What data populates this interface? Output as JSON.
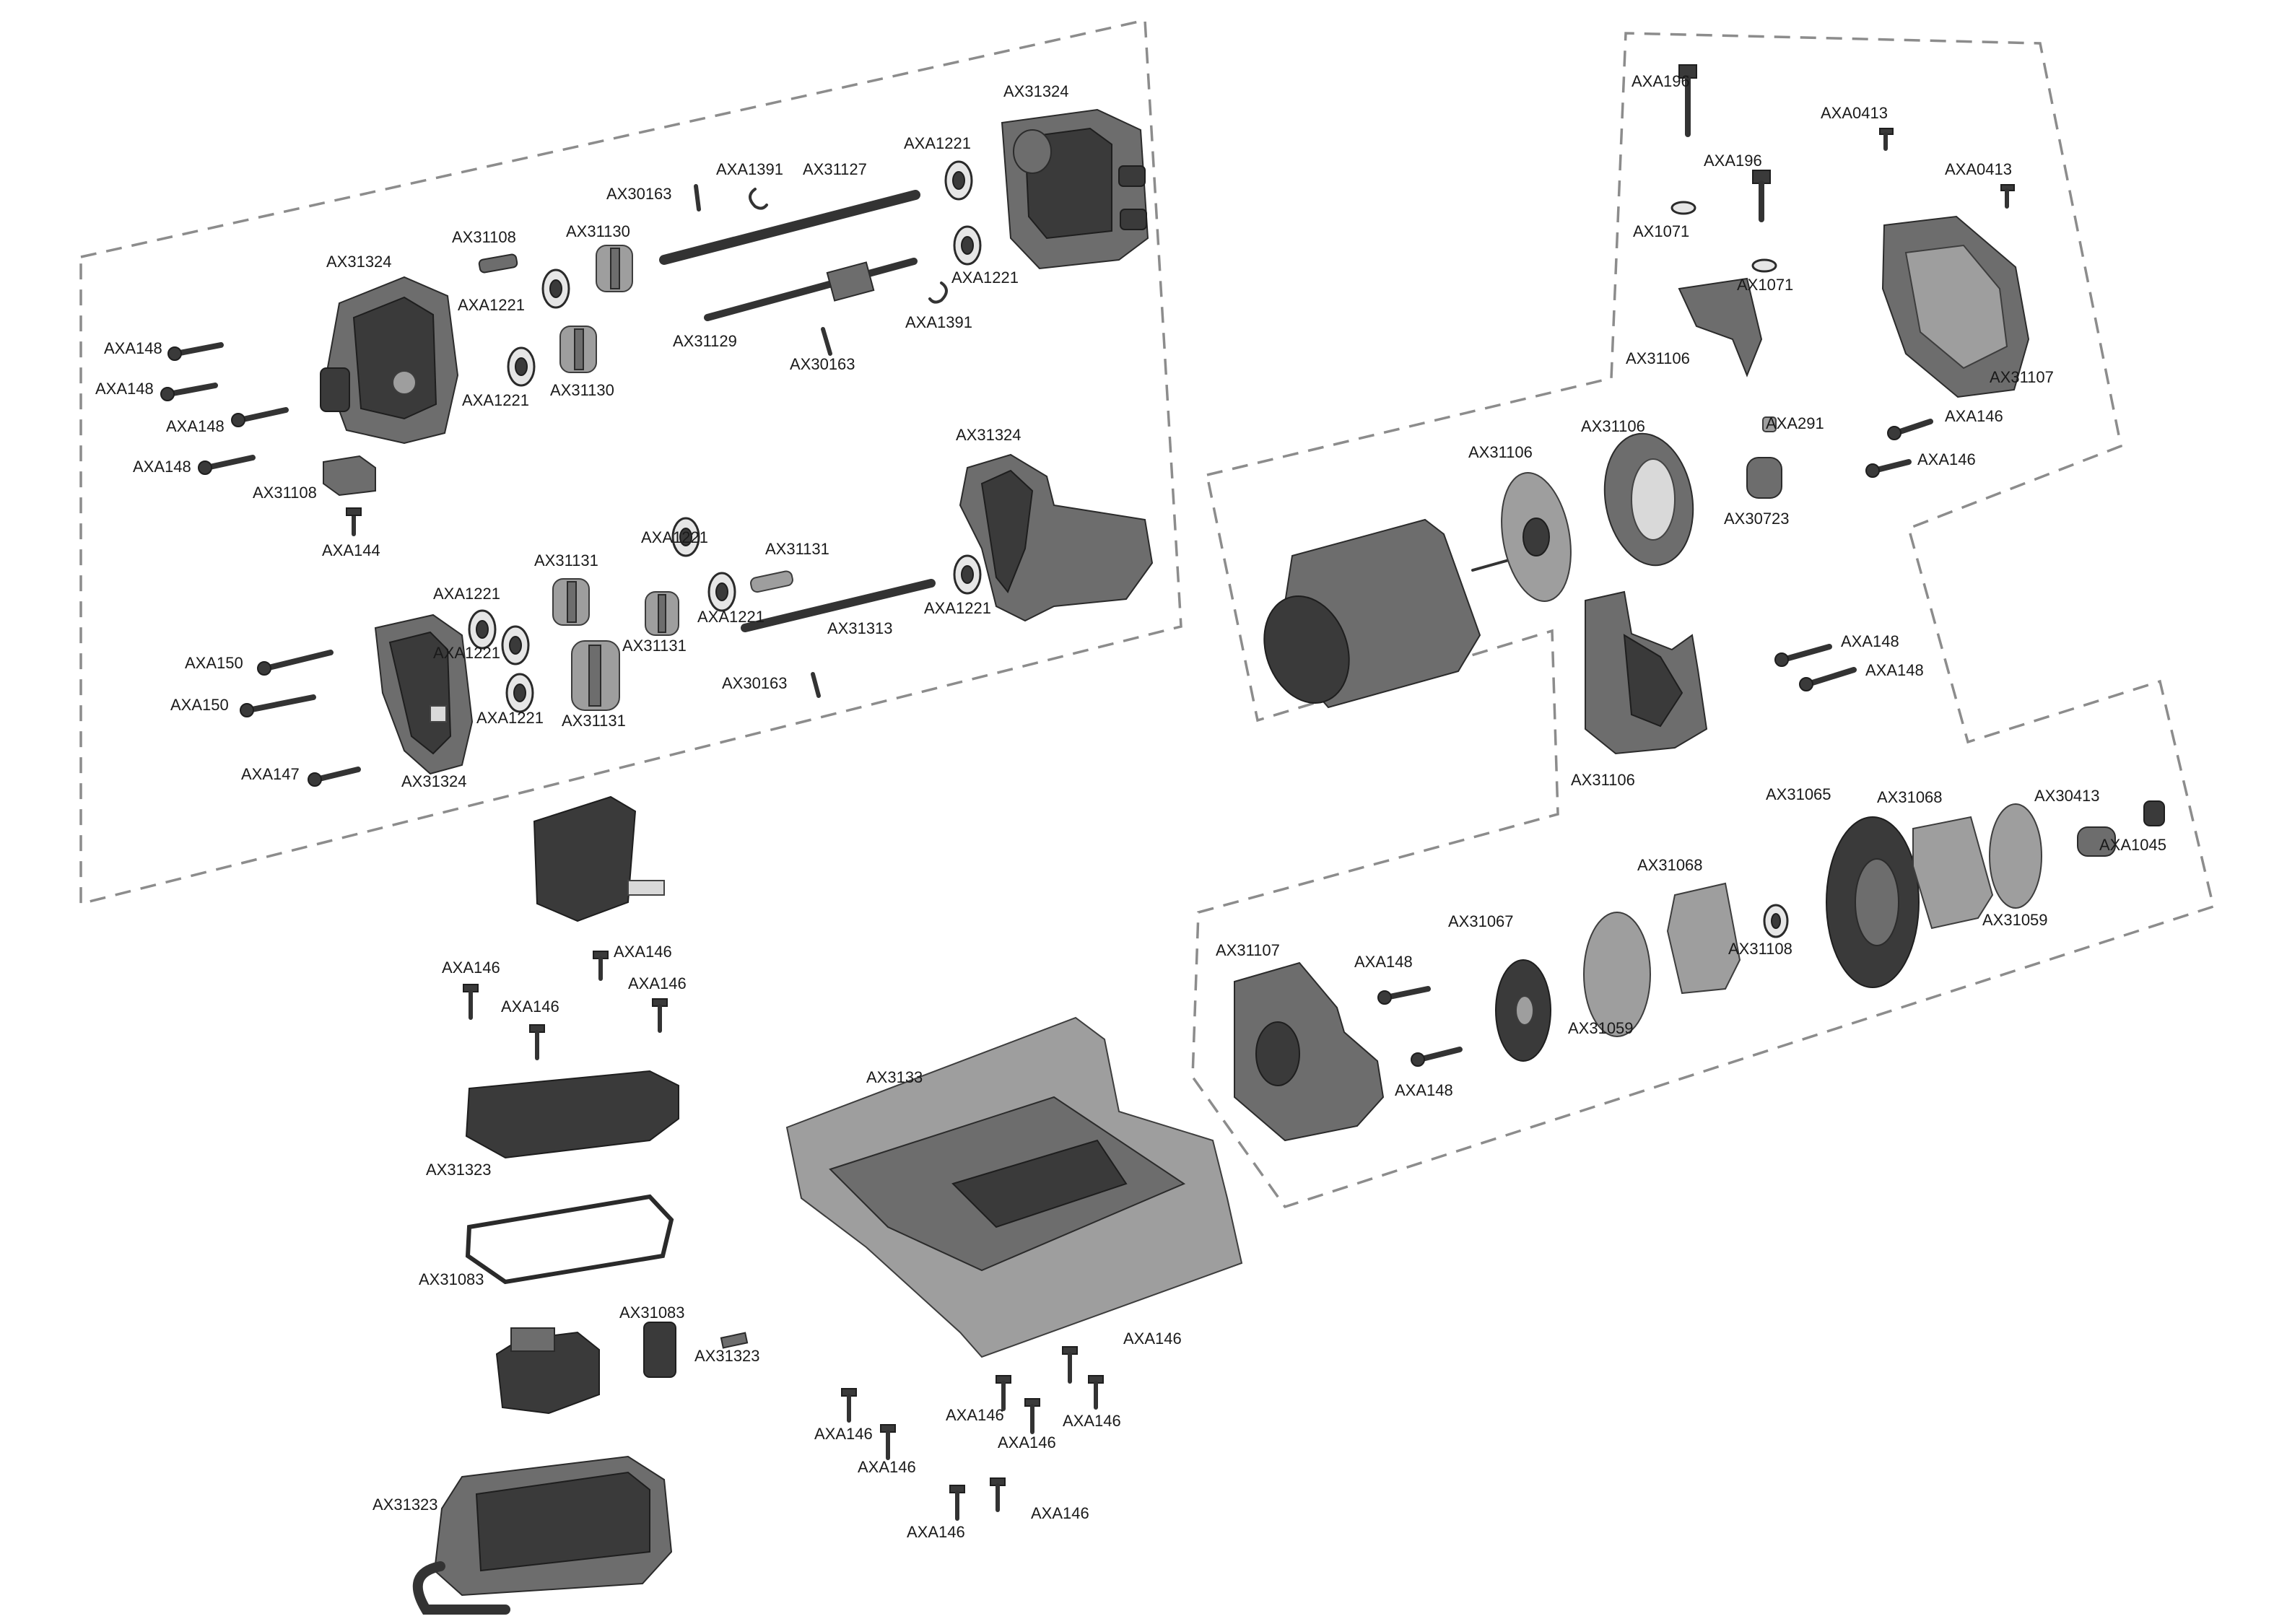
{
  "diagram": {
    "type": "exploded-parts-diagram",
    "labels": [
      "AX31324",
      "AXA1221",
      "AXA1391",
      "AX31127",
      "AX30163",
      "AX31130",
      "AX31108",
      "AX31324",
      "AXA148",
      "AXA1221",
      "AX31129",
      "AXA1391",
      "AXA1221",
      "AX30163",
      "AXA148",
      "AXA1221",
      "AX31130",
      "AXA148",
      "AXA148",
      "AX31108",
      "AXA144",
      "AX31324",
      "AXA1221",
      "AX31131",
      "AX31131",
      "AXA1221",
      "AXA1221",
      "AX31313",
      "AXA1221",
      "AXA150",
      "AXA1221",
      "AX31131",
      "AXA150",
      "AXA1221",
      "AX31131",
      "AX30163",
      "AXA147",
      "AX31324",
      "AXA196",
      "AXA0413",
      "AXA196",
      "AXA0413",
      "AX1071",
      "AX1071",
      "AX31106",
      "AX31107",
      "AX31106",
      "AX31106",
      "AXA291",
      "AXA146",
      "AXA146",
      "AX30723",
      "AXA148",
      "AXA148",
      "AX31106",
      "AX31065",
      "AX31068",
      "AX30413",
      "AXA1045",
      "AX31068",
      "AX31059",
      "AX31107",
      "AX31067",
      "AXA148",
      "AX31108",
      "AX31059",
      "AXA148",
      "AXA146",
      "AXA146",
      "AXA146",
      "AXA146",
      "AX31323",
      "AX31083",
      "AX3133",
      "AX31083",
      "AX31323",
      "AXA146",
      "AXA146",
      "AXA146",
      "AXA146",
      "AXA146",
      "AXA146",
      "AXA146",
      "AXA146",
      "AX31323"
    ]
  }
}
